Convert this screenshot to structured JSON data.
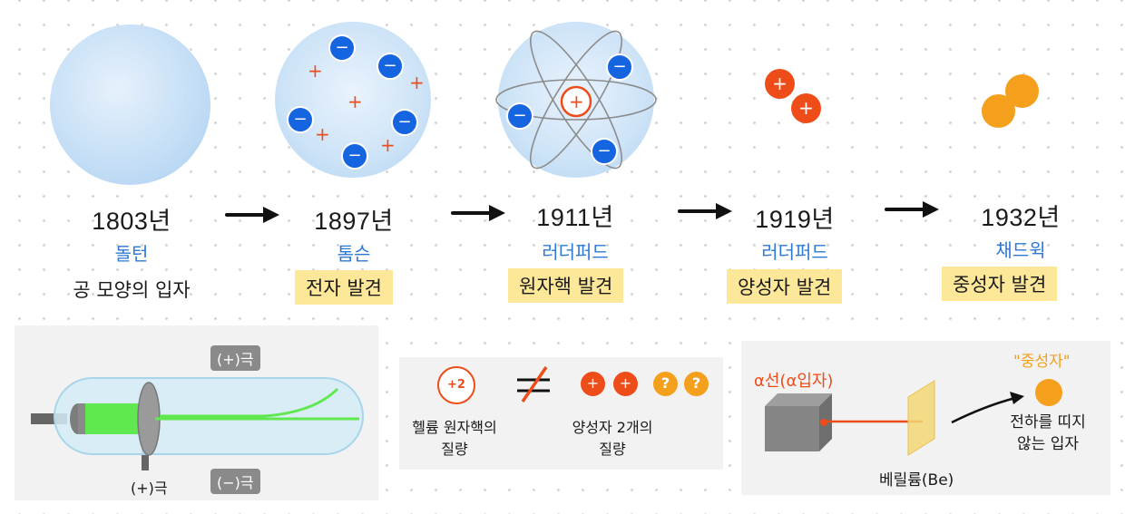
{
  "timeline": [
    {
      "year": "1803년",
      "scientist": "돌턴",
      "desc": "공 모양의 입자"
    },
    {
      "year": "1897년",
      "scientist": "톰슨",
      "desc": "전자 발견"
    },
    {
      "year": "1911년",
      "scientist": "러더퍼드",
      "desc": "원자핵 발견"
    },
    {
      "year": "1919년",
      "scientist": "러더퍼드",
      "desc": "양성자 발견"
    },
    {
      "year": "1932년",
      "scientist": "채드윅",
      "desc": "중성자 발견"
    }
  ],
  "symbols": {
    "minus": "−",
    "plus": "+",
    "question": "?",
    "nucleus_plus": "+"
  },
  "tube": {
    "tag_top": "(+)극",
    "tag_bottom": "(−)극",
    "bottom_label": "(+)극"
  },
  "helium": {
    "nucleus": "+2",
    "label_line1": "헬륨 원자핵의",
    "label_line2": "질량",
    "proton_label_line1": "양성자 2개의",
    "proton_label_line2": "질량"
  },
  "neutron_exp": {
    "alpha_label": "α선(α입자)",
    "target_label": "베릴륨(Be)",
    "neutron_label": "\"중성자\"",
    "desc_line1": "전하를 띠지",
    "desc_line2": "않는 입자"
  },
  "colors": {
    "electron": "#1565e0",
    "proton": "#ee4d1a",
    "neutron": "#f5a01c",
    "highlight": "#fde89a",
    "scientist": "#2e78d6"
  }
}
